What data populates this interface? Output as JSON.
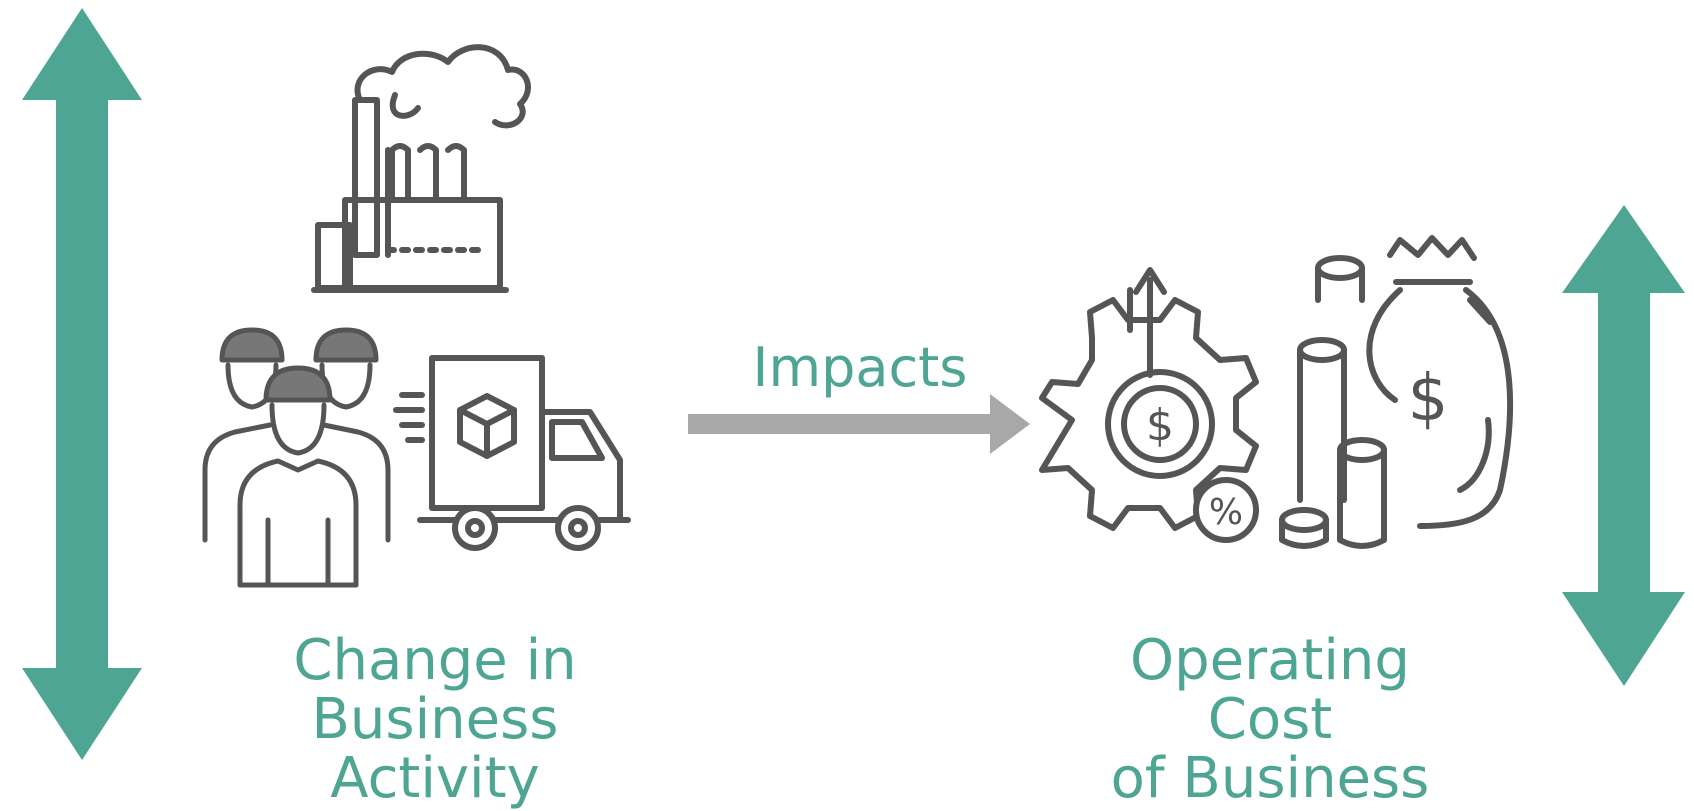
{
  "left_block": {
    "label_line1": "Change in",
    "label_line2": "Business Activity",
    "icons": [
      "factory-icon",
      "workers-icon",
      "delivery-truck-icon"
    ]
  },
  "connector": {
    "label": "Impacts"
  },
  "right_block": {
    "label_line1": "Operating Cost",
    "label_line2": "of Business",
    "icons": [
      "gear-dollar-icon",
      "coin-stacks-icon",
      "money-bag-icon"
    ]
  },
  "colors": {
    "accent": "#4ea593",
    "arrow_gray": "#a8a8a8",
    "icon_stroke": "#555555"
  }
}
